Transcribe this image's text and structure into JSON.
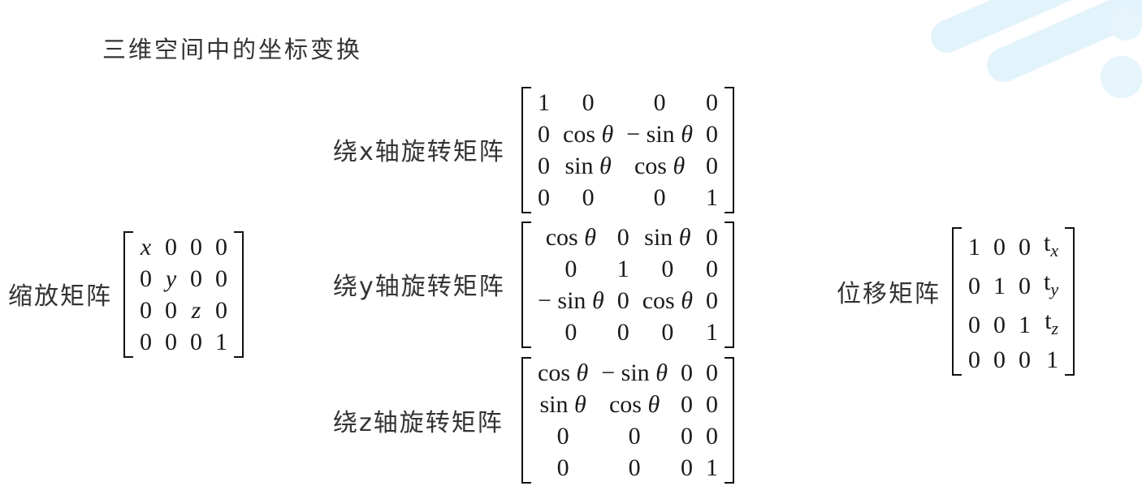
{
  "title": "三维空间中的坐标变换",
  "labels": {
    "scale": "缩放矩阵",
    "rot_x": "绕x轴旋转矩阵",
    "rot_y": "绕y轴旋转矩阵",
    "rot_z": "绕z轴旋转矩阵",
    "translate": "位移矩阵"
  },
  "scale_matrix": [
    [
      "x",
      "0",
      "0",
      "0"
    ],
    [
      "0",
      "y",
      "0",
      "0"
    ],
    [
      "0",
      "0",
      "z",
      "0"
    ],
    [
      "0",
      "0",
      "0",
      "1"
    ]
  ],
  "rot_x_matrix": [
    [
      "1",
      "0",
      "0",
      "0"
    ],
    [
      "0",
      "cos θ",
      "− sin θ",
      "0"
    ],
    [
      "0",
      "sin θ",
      "cos θ",
      "0"
    ],
    [
      "0",
      "0",
      "0",
      "1"
    ]
  ],
  "rot_y_matrix": [
    [
      "cos θ",
      "0",
      "sin θ",
      "0"
    ],
    [
      "0",
      "1",
      "0",
      "0"
    ],
    [
      "− sin θ",
      "0",
      "cos θ",
      "0"
    ],
    [
      "0",
      "0",
      "0",
      "1"
    ]
  ],
  "rot_z_matrix": [
    [
      "cos θ",
      "− sin θ",
      "0",
      "0"
    ],
    [
      "sin θ",
      "cos θ",
      "0",
      "0"
    ],
    [
      "0",
      "0",
      "0",
      "0"
    ],
    [
      "0",
      "0",
      "0",
      "1"
    ]
  ],
  "translate_matrix": [
    [
      "1",
      "0",
      "0",
      "tx"
    ],
    [
      "0",
      "1",
      "0",
      "ty"
    ],
    [
      "0",
      "0",
      "1",
      "tz"
    ],
    [
      "0",
      "0",
      "0",
      "1"
    ]
  ],
  "colors": {
    "deco": "#e3f3fb",
    "text": "#333333",
    "math": "#1a1a1a"
  }
}
